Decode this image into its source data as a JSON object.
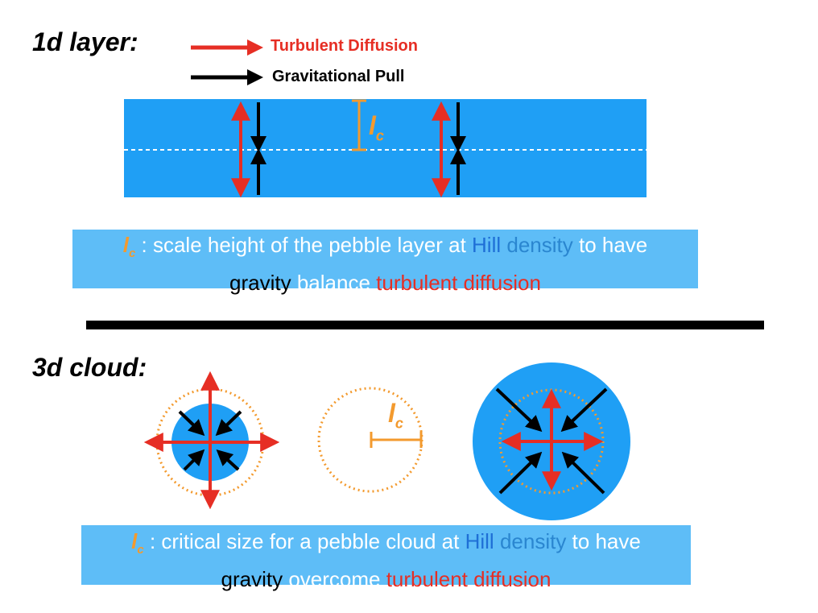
{
  "top": {
    "heading": "1d layer:",
    "legend": {
      "diffusion_label": "Turbulent Diffusion",
      "gravity_label": "Gravitational Pull"
    },
    "lc_symbol": "l",
    "lc_sub": "c",
    "caption": {
      "symbol": "l",
      "symbol_sub": "c",
      "part1": " : scale height of the pebble layer at ",
      "hill": "Hill",
      "space": " ",
      "density": "density",
      "part2": " to have",
      "gravity": "gravity",
      "verb": " balance ",
      "diffusion": "turbulent diffusion"
    }
  },
  "bottom": {
    "heading": "3d cloud:",
    "lc_symbol": "l",
    "lc_sub": "c",
    "caption": {
      "symbol": "l",
      "symbol_sub": "c",
      "part1": " : critical size for a pebble cloud at ",
      "hill": "Hill",
      "space": " ",
      "density": "density",
      "part2": " to have",
      "gravity": "gravity",
      "verb": " overcome ",
      "diffusion": "turbulent diffusion"
    }
  },
  "colors": {
    "layer_blue": "#1f9ff5",
    "caption_blue": "#5ebdf7",
    "diffusion_red": "#e62e24",
    "gravity_black": "#000000",
    "scale_orange": "#f39a2e"
  },
  "icons": {
    "diffusion_arrow": "red-double-arrow-icon",
    "gravity_arrow": "black-arrow-icon"
  }
}
